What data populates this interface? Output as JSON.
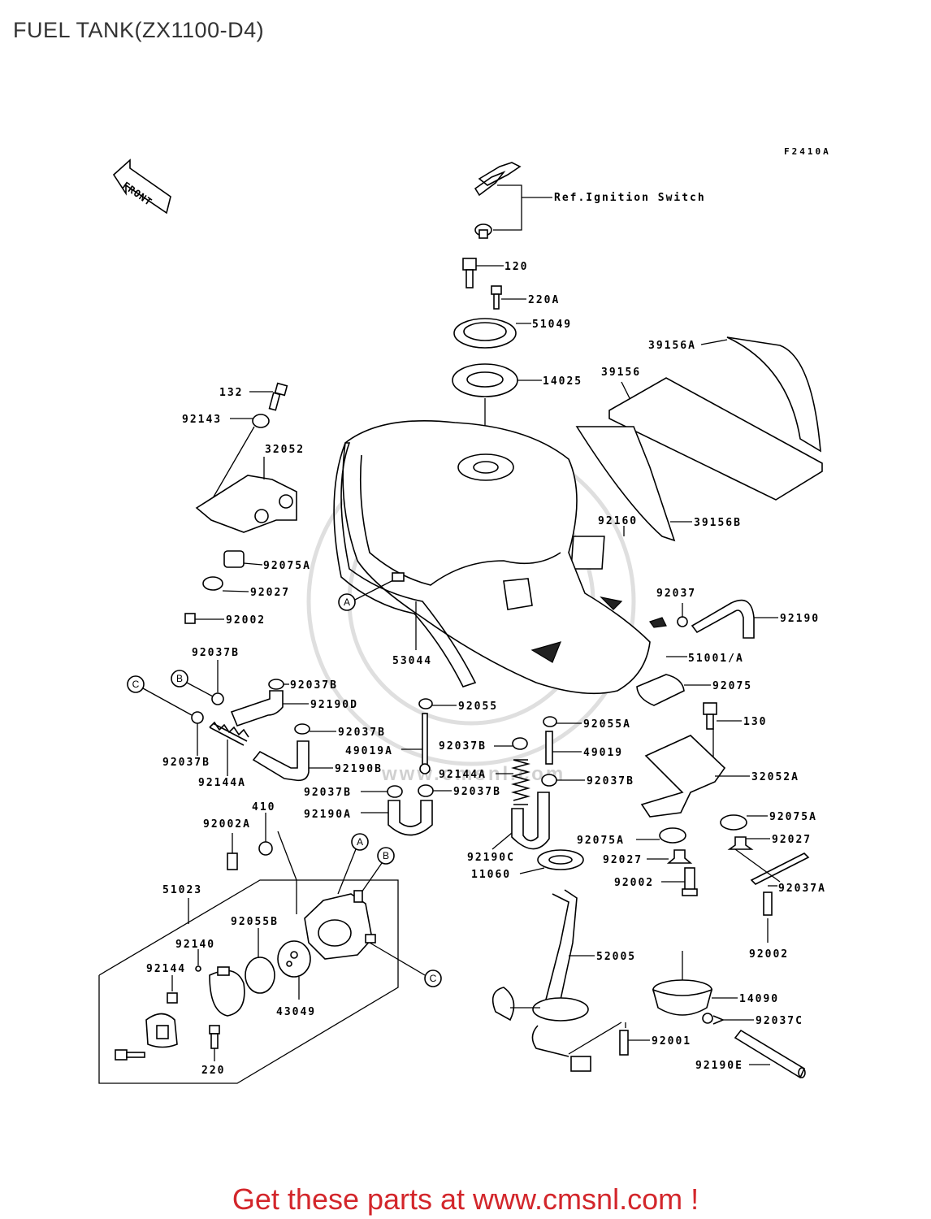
{
  "title": "FUEL TANK(ZX1100-D4)",
  "figure_code": "F2410A",
  "front_label": "FRONT",
  "watermark": "www.cmsnl.com",
  "footer": "Get these parts at www.cmsnl.com !",
  "callouts": [
    "A",
    "B",
    "C"
  ],
  "labels": {
    "ref_ignition": "Ref.Ignition Switch",
    "p120": "120",
    "p220a": "220A",
    "p51049": "51049",
    "p14025": "14025",
    "p39156a": "39156A",
    "p39156": "39156",
    "p132": "132",
    "p92143": "92143",
    "p32052": "32052",
    "p92160": "92160",
    "p39156b": "39156B",
    "p92075a_1": "92075A",
    "p92027_1": "92027",
    "p92002_1": "92002",
    "p92037": "92037",
    "p92190": "92190",
    "p51001a": "51001/A",
    "p53044": "53044",
    "p92037b_1": "92037B",
    "p92037b_2": "92037B",
    "p92190d": "92190D",
    "p92055": "92055",
    "p92075": "92075",
    "p92037b_3": "92037B",
    "p92055a": "92055A",
    "p130": "130",
    "p49019a": "49019A",
    "p92037b_4": "92037B",
    "p49019": "49019",
    "p92037b_5": "92037B",
    "p92144a_1": "92144A",
    "p92190b": "92190B",
    "p92144a_2": "92144A",
    "p32052a": "32052A",
    "p92037b_6": "92037B",
    "p92037b_7": "92037B",
    "p92037b_8": "92037B",
    "p410": "410",
    "p92190a": "92190A",
    "p92075a_2": "92075A",
    "p92002a": "92002A",
    "p92075a_3": "92075A",
    "p92027_2": "92027",
    "p92190c": "92190C",
    "p92027_3": "92027",
    "p11060": "11060",
    "p92002_2": "92002",
    "p92037a": "92037A",
    "p51023": "51023",
    "p92055b": "92055B",
    "p92140": "92140",
    "p92144": "92144",
    "p43049": "43049",
    "p220": "220",
    "p52005": "52005",
    "p92002_3": "92002",
    "p14090": "14090",
    "p92037c": "92037C",
    "p92001": "92001",
    "p92190e": "92190E"
  }
}
